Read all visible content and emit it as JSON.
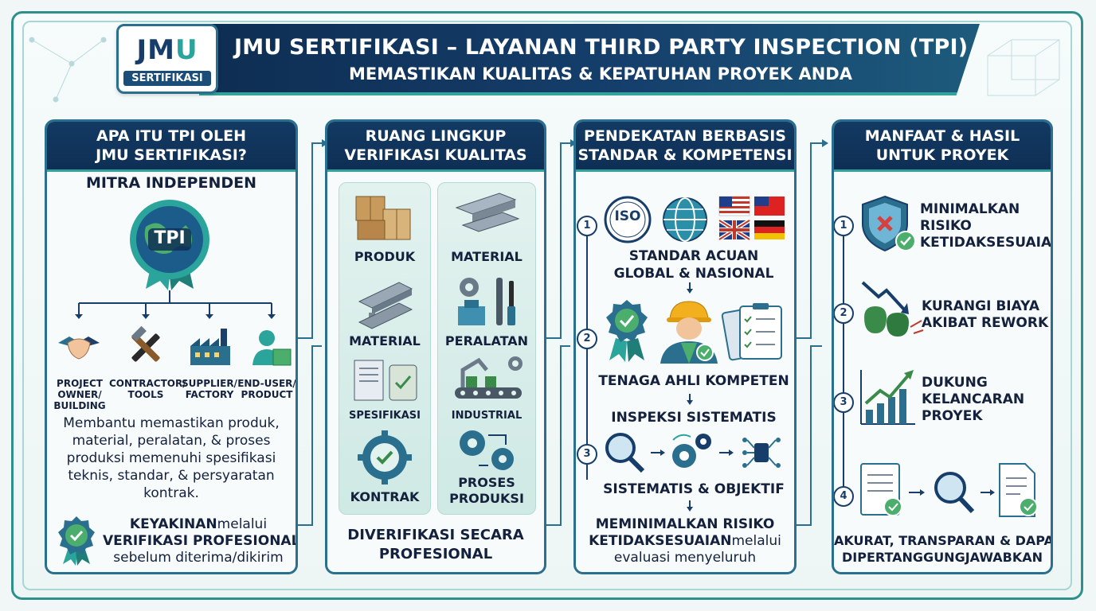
{
  "header": {
    "title": "JMU SERTIFIKASI – LAYANAN THIRD PARTY INSPECTION (TPI)",
    "subtitle": "MEMASTIKAN KUALITAS & KEPATUHAN PROYEK ANDA",
    "logo_main_a": "JM",
    "logo_main_b": "U",
    "logo_sub": "SERTIFIKASI"
  },
  "panel1": {
    "title_line1": "APA ITU TPI OLEH",
    "title_line2": "JMU SERTIFIKASI?",
    "subtitle": "MITRA INDEPENDEN",
    "badge_text": "TPI",
    "stakeholders": [
      {
        "line1": "PROJECT",
        "line2": "OWNER/",
        "line3": "BUILDING"
      },
      {
        "line1": "CONTRACTOR/",
        "line2": "TOOLS",
        "line3": ""
      },
      {
        "line1": "SUPPLIER/",
        "line2": "FACTORY",
        "line3": ""
      },
      {
        "line1": "END-USER/",
        "line2": "PRODUCT",
        "line3": ""
      }
    ],
    "description": [
      "Membantu memastikan produk,",
      "material, peralatan, & proses",
      "produksi memenuhi spesifikasi",
      "teknis, standar, & persyaratan",
      "kontrak."
    ],
    "assurance_bold": "KEYAKINAN",
    "assurance_rest": "melalui",
    "assurance_line2": "VERIFIKASI PROFESIONAL",
    "assurance_line3": "sebelum diterima/dikirim"
  },
  "panel2": {
    "title_line1": "RUANG LINGKUP",
    "title_line2": "VERIFIKASI KUALITAS",
    "left_items": [
      "PRODUK",
      "MATERIAL",
      "SPESIFIKASI",
      "KONTRAK"
    ],
    "right_items": [
      "MATERIAL",
      "PERALATAN",
      "INDUSTRIAL",
      "PROSES",
      "PRODUKSI"
    ],
    "footer_line1": "DIVERIFIKASI SECARA",
    "footer_line2": "PROFESIONAL"
  },
  "panel3": {
    "title_line1": "PENDEKATAN BERBASIS",
    "title_line2": "STANDAR & KOMPETENSI",
    "iso_label": "ISO",
    "numbers": [
      "1",
      "2",
      "3"
    ],
    "step1_line1": "STANDAR ACUAN",
    "step1_line2": "GLOBAL & NASIONAL",
    "step2": "TENAGA AHLI KOMPETEN",
    "step3": "INSPEKSI SISTEMATIS",
    "step3b": "SISTEMATIS & OBJEKTIF",
    "final_line1": "MEMINIMALKAN RISIKO",
    "final_bold": "KETIDAKSESUAIAN",
    "final_rest": "melalui",
    "final_line3": "evaluasi menyeluruh"
  },
  "panel4": {
    "title_line1": "MANFAAT & HASIL",
    "title_line2": "UNTUK PROYEK",
    "numbers": [
      "1",
      "2",
      "3",
      "4"
    ],
    "benefit1": [
      "MINIMALKAN",
      "RISIKO",
      "KETIDAKSESUAIAN"
    ],
    "benefit2": [
      "KURANGI BIAYA",
      "AKIBAT REWORK"
    ],
    "benefit3": [
      "DUKUNG",
      "KELANCARAN",
      "PROYEK"
    ],
    "benefit4_line1": "AKURAT, TRANSPARAN & DAPAT",
    "benefit4_line2": "DIPERTANGGUNGJAWABKAN"
  },
  "colors": {
    "navy": "#0f2f55",
    "teal": "#2ba59b",
    "frame": "#2b6f8f"
  }
}
